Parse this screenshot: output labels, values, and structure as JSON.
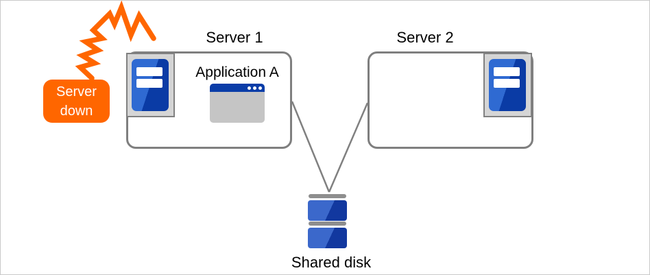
{
  "alert": {
    "label": "Server down"
  },
  "servers": [
    {
      "label": "Server 1",
      "application": "Application A"
    },
    {
      "label": "Server 2"
    }
  ],
  "storage": {
    "label": "Shared disk"
  },
  "icons": {
    "lightning": "lightning-crash-icon",
    "server_tower": "server-tower-icon",
    "application_window": "application-window-icon",
    "shared_disk": "shared-disk-icon"
  },
  "colors": {
    "alert_orange": "#FF6600",
    "server_blue_light": "#2F6AD2",
    "server_blue_dark": "#0A3BA5",
    "window_titlebar_blue": "#0A3DA8",
    "window_body_gray": "#C5C5C5",
    "icon_bg_gray": "#D5D5D5",
    "border_gray": "#7F7F7F",
    "connector_gray": "#808080",
    "disk_cap_gray": "#8E8E8E",
    "disk_blue_light": "#3B68CB",
    "disk_blue_dark": "#12389F"
  }
}
